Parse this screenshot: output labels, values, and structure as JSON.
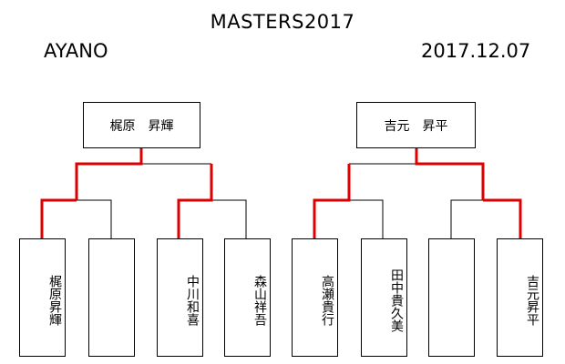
{
  "header": {
    "title": "MASTERS2017",
    "team": "AYANO",
    "date": "2017.12.07"
  },
  "colors": {
    "winner_line": "#dd0000",
    "line": "#000000"
  },
  "winners": {
    "left": "梶原　昇輝",
    "right": "吉元　昇平"
  },
  "players": [
    {
      "surname": "梶原",
      "given": "昇輝",
      "advanced": true
    },
    {
      "surname": "",
      "given": "",
      "advanced": false
    },
    {
      "surname": "中川",
      "given": "和喜",
      "advanced": true
    },
    {
      "surname": "森山",
      "given": "祥吾",
      "advanced": false
    },
    {
      "surname": "高瀬",
      "given": "貴行",
      "advanced": true
    },
    {
      "surname": "田中",
      "given": "貴久美",
      "advanced": false
    },
    {
      "surname": "",
      "given": "",
      "advanced": false
    },
    {
      "surname": "吉元",
      "given": "昇平",
      "advanced": true
    }
  ]
}
